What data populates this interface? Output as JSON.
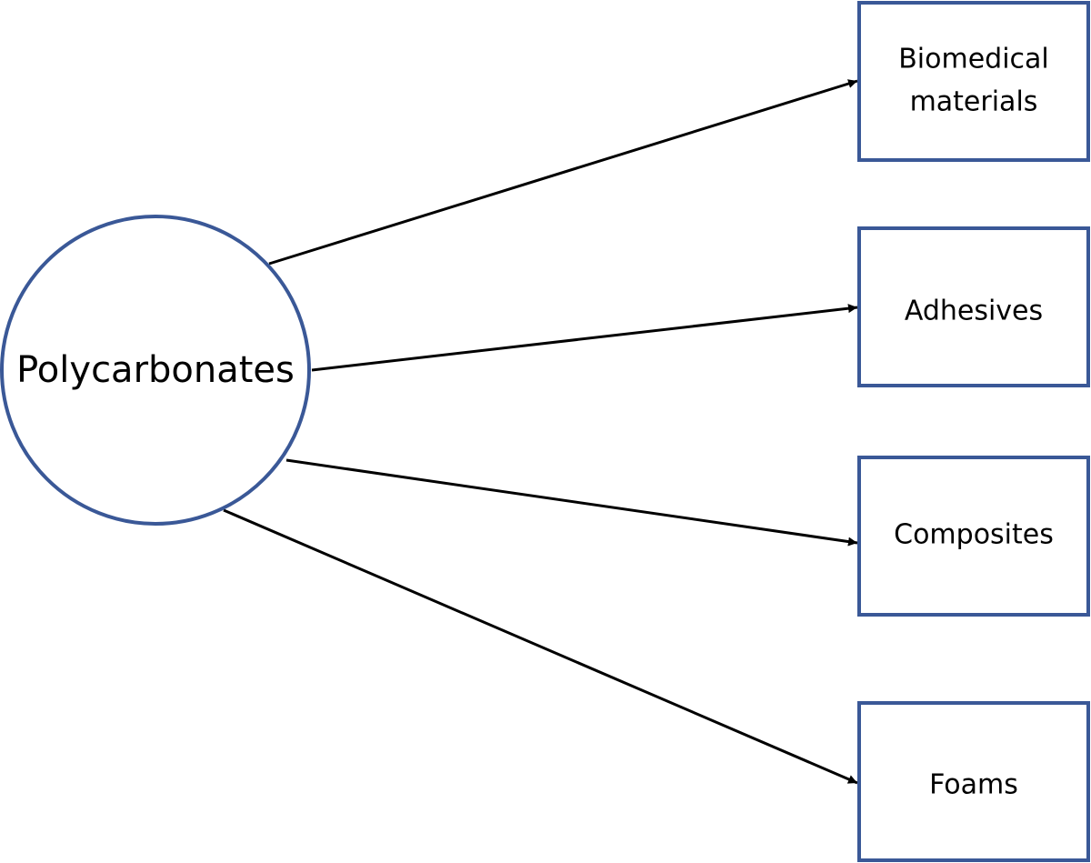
{
  "diagram": {
    "source_node": {
      "label": "Polycarbonates"
    },
    "targets": [
      {
        "lines": [
          "Biomedical",
          "materials"
        ]
      },
      {
        "lines": [
          "Adhesives"
        ]
      },
      {
        "lines": [
          "Composites"
        ]
      },
      {
        "lines": [
          "Foams"
        ]
      }
    ],
    "colors": {
      "node_border": "#3a5897",
      "arrow": "#000000",
      "text": "#000000",
      "background": "#ffffff"
    }
  }
}
